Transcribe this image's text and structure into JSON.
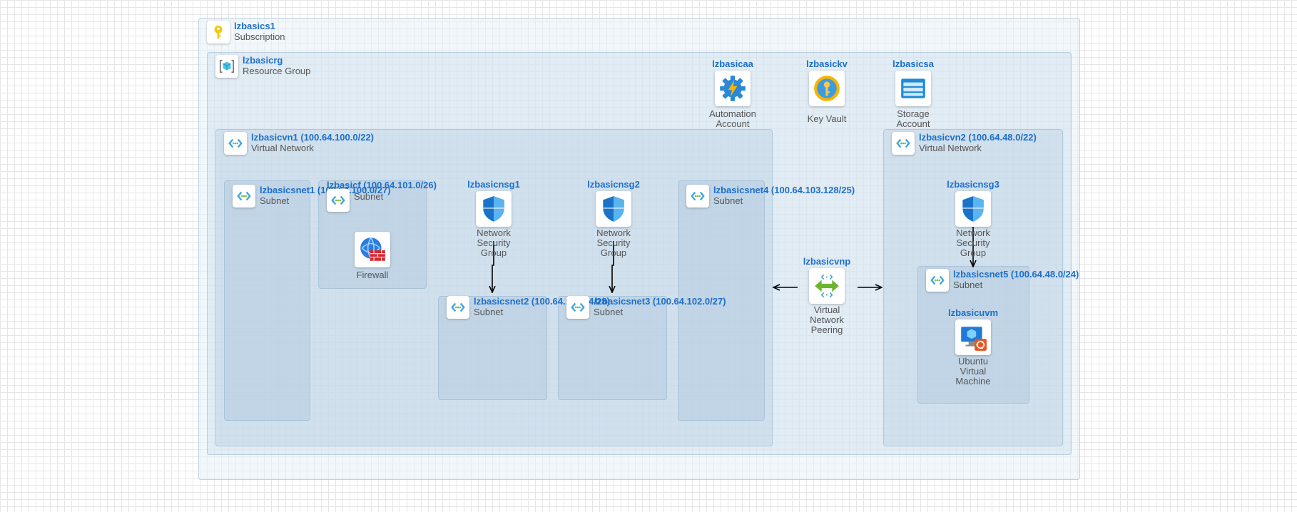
{
  "subscription": {
    "name": "lzbasics1",
    "type": "Subscription"
  },
  "resource_group": {
    "name": "lzbasicrg",
    "type": "Resource Group"
  },
  "automation": {
    "name": "lzbasicaa",
    "caption": "Automation\nAccount"
  },
  "keyvault": {
    "name": "lzbasickv",
    "caption": "Key Vault"
  },
  "storage": {
    "name": "lzbasicsa",
    "caption": "Storage\nAccount"
  },
  "vnet1": {
    "name": "lzbasicvn1 (100.64.100.0/22)",
    "type": "Virtual Network"
  },
  "vnet2": {
    "name": "lzbasicvn2 (100.64.48.0/22)",
    "type": "Virtual Network"
  },
  "snet1": {
    "name": "lzbasicsnet1 (100.64.100.0/27)",
    "type": "Subnet"
  },
  "snetf": {
    "name": "lzbasicf (100.64.101.0/26)",
    "type": "Subnet"
  },
  "snet2": {
    "name": "lzbasicsnet2 (100.64.101.64/28)",
    "type": "Subnet"
  },
  "snet3": {
    "name": "lzbasicsnet3 (100.64.102.0/27)",
    "type": "Subnet"
  },
  "snet4": {
    "name": "lzbasicsnet4 (100.64.103.128/25)",
    "type": "Subnet"
  },
  "snet5": {
    "name": "lzbasicsnet5 (100.64.48.0/24)",
    "type": "Subnet"
  },
  "firewall": {
    "caption": "Firewall"
  },
  "nsg1": {
    "name": "lzbasicnsg1",
    "caption": "Network\nSecurity\nGroup"
  },
  "nsg2": {
    "name": "lzbasicnsg2",
    "caption": "Network\nSecurity\nGroup"
  },
  "nsg3": {
    "name": "lzbasicnsg3",
    "caption": "Network\nSecurity\nGroup"
  },
  "peering": {
    "name": "lzbasicvnp",
    "caption": "Virtual\nNetwork\nPeering"
  },
  "vm": {
    "name": "lzbasicuvm",
    "caption": "Ubuntu\nVirtual\nMachine"
  }
}
